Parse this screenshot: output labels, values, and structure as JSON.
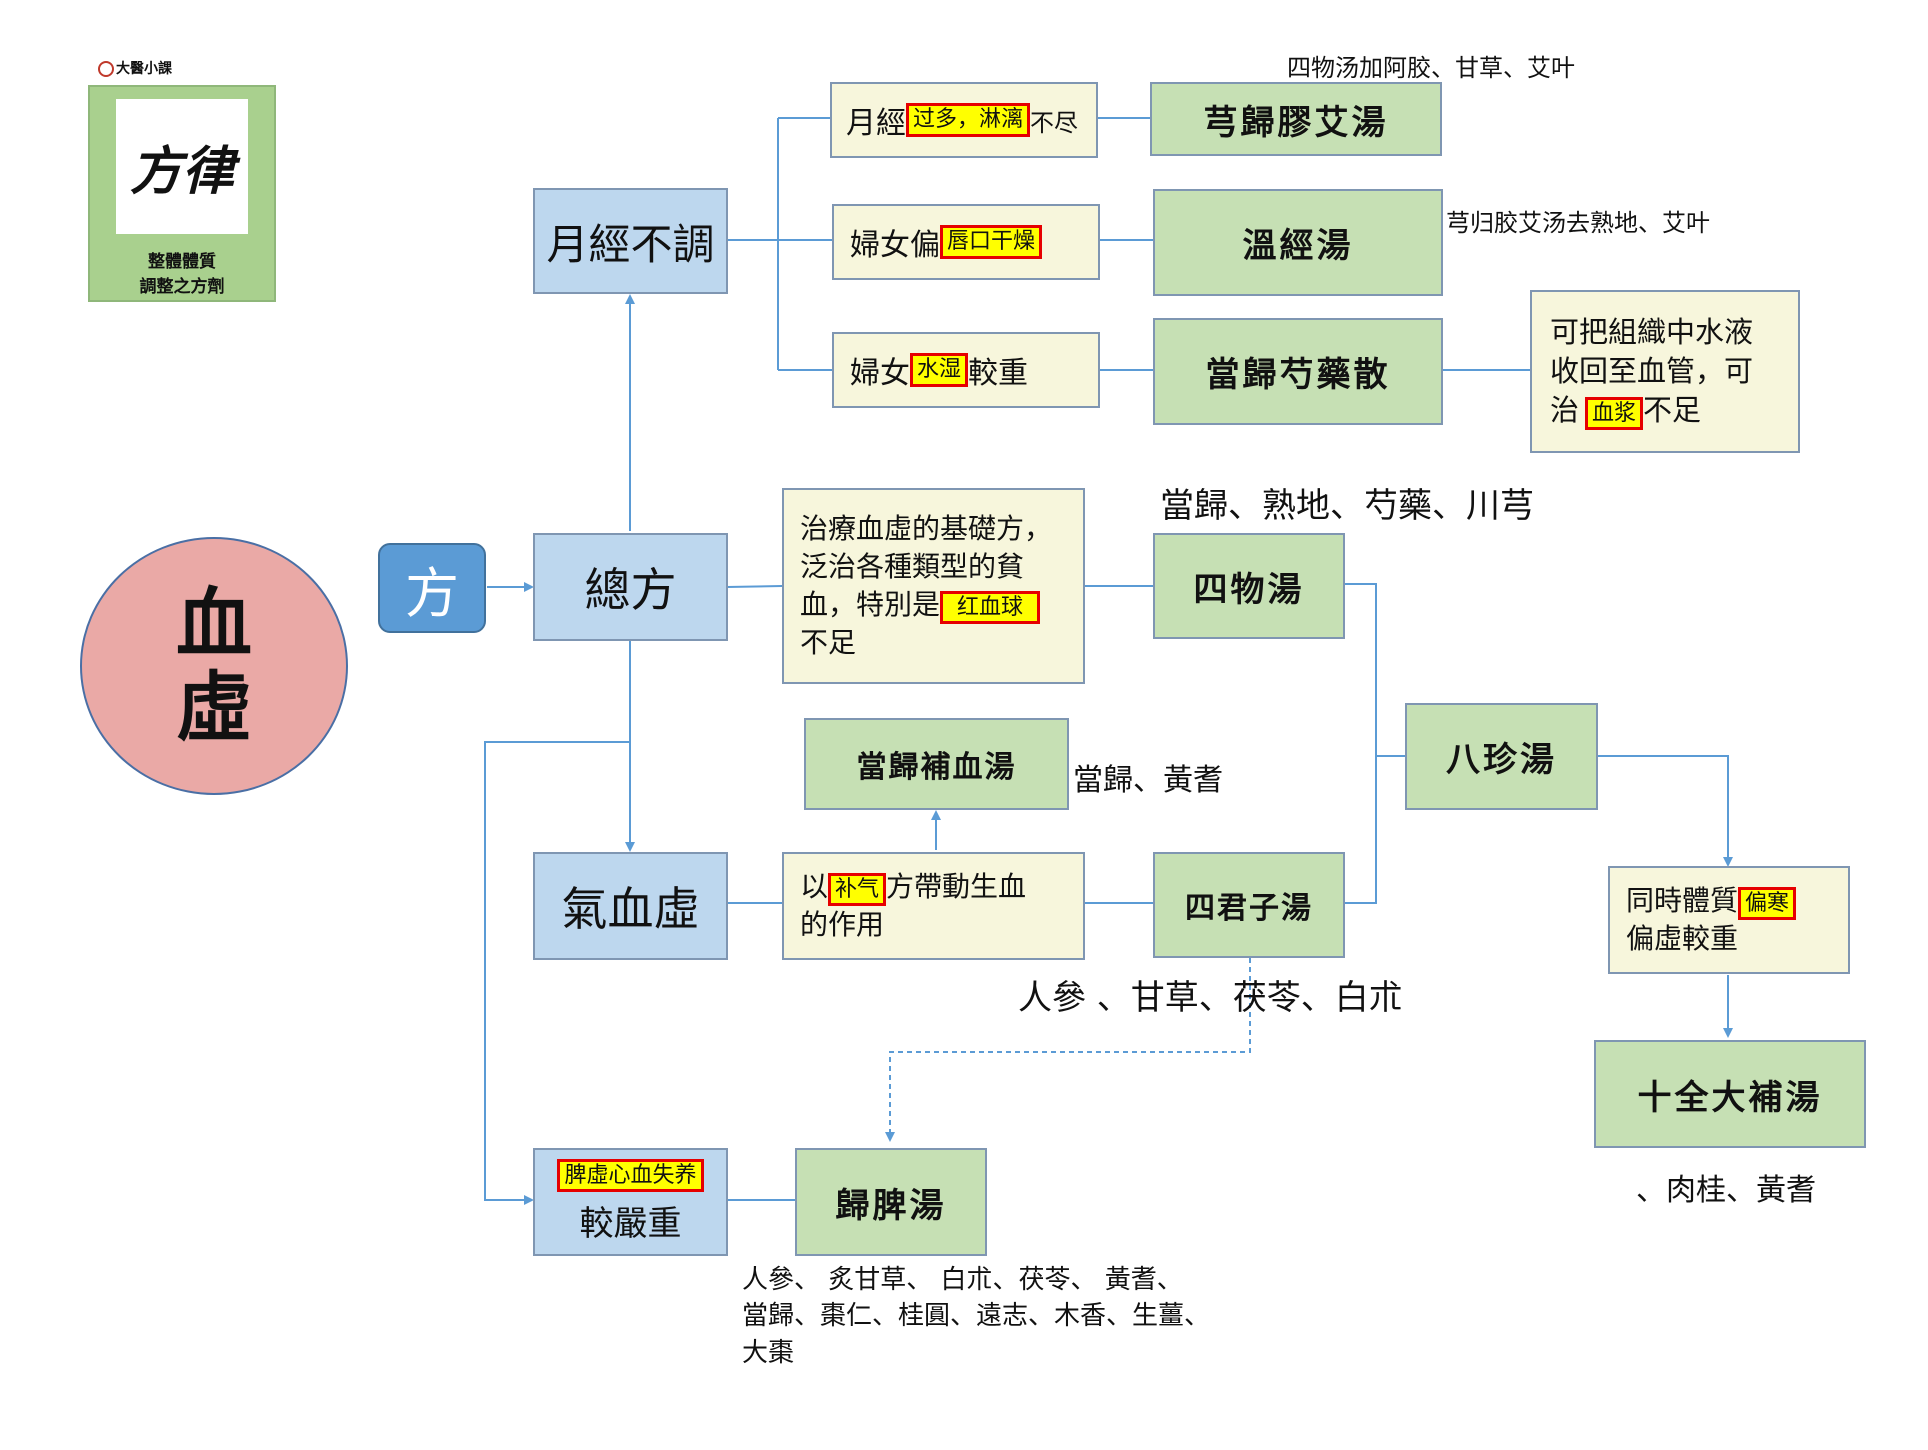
{
  "logo": {
    "header": "大醫小課",
    "glyph": "方律",
    "caption_line1": "整體體質",
    "caption_line2": "調整之方劑"
  },
  "main": {
    "circle_line1": "血",
    "circle_line2": "虛",
    "fang_label": "方"
  },
  "categories": {
    "menstrual": "月經不調",
    "general": "總方",
    "qi_blood": "氣血虛",
    "spleen_hl": "脾虛心血失养",
    "spleen_rest": "較嚴重"
  },
  "conditions": {
    "c1_pre": "月經",
    "c1_hl": "过多，淋漓",
    "c1_post": "不尽",
    "c2_pre": "婦女偏",
    "c2_hl": "唇口干燥",
    "c3_pre": "婦女",
    "c3_hl": "水湿",
    "c3_post": "較重",
    "c4_line1": "治療血虛的基礎方，",
    "c4_line2": "泛治各種類型的貧",
    "c4_line3_pre": "血，特別是",
    "c4_hl": "红血球",
    "c4_line4": "不足",
    "c5_pre": "以",
    "c5_hl": "补气",
    "c5_post": "方帶動生血",
    "c5_line2": "的作用",
    "c6_line1_pre": "同時體質",
    "c6_hl": "偏寒",
    "c6_line2": "偏虛較重",
    "c7_line1": "可把組織中水液",
    "c7_line2": "收回至血管，可",
    "c7_line3_pre": "治",
    "c7_hl": "血浆",
    "c7_line3_post": "不足"
  },
  "formulas": {
    "f1": "芎歸膠艾湯",
    "f2": "溫經湯",
    "f3": "當歸芍藥散",
    "f4": "四物湯",
    "f5": "當歸補血湯",
    "f6": "四君子湯",
    "f7": "八珍湯",
    "f8": "十全大補湯",
    "f9": "歸脾湯"
  },
  "notes": {
    "n1": "四物汤加阿胶、甘草、艾叶",
    "n2": "芎归胶艾汤去熟地、艾叶",
    "n3": "當歸、熟地、芍藥、川芎",
    "n4": "當歸、黃耆",
    "n5": "人參 、甘草、茯苓、白朮",
    "n6": "、肉桂、黃耆",
    "n7_line1": "人參、 炙甘草、 白朮、茯苓、 黃耆、",
    "n7_line2": "當歸、棗仁、桂圓、遠志、木香、生薑、",
    "n7_line3": "大棗"
  },
  "colors": {
    "blue_box": "#bdd7ee",
    "green_box": "#c6e0b4",
    "cream_box": "#f7f6dc",
    "circle": "#eaa9a6",
    "fang_box": "#5b9bd5",
    "highlight": "#ffff00",
    "highlight_border": "#e60000",
    "connector": "#5b9bd5"
  }
}
